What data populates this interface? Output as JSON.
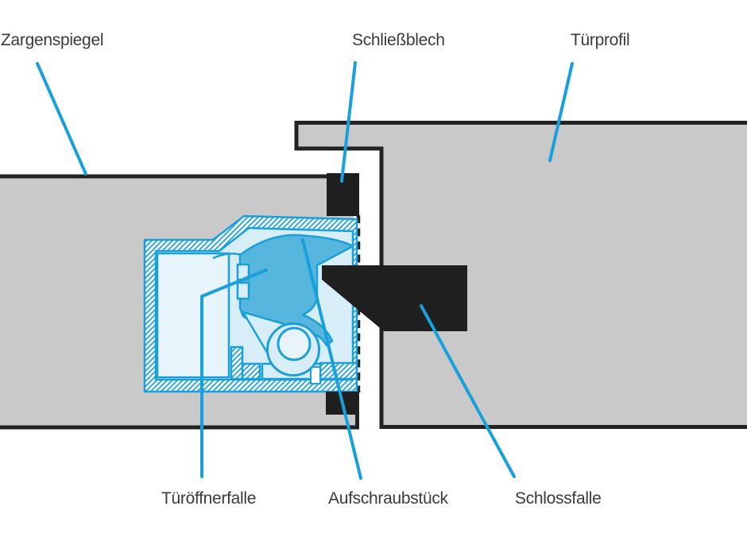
{
  "diagram": {
    "description": "Sectional technical drawing of an electric door opener (strike) installed between a door frame and a door profile",
    "labels": {
      "zargenspiegel": "Zargenspiegel",
      "schliessblech": "Schließblech",
      "tuerprofil": "Türprofil",
      "tueroeffnerfalle": "Türöffnerfalle",
      "aufschraubstueck": "Aufschraubstück",
      "schlossfalle": "Schlossfalle"
    },
    "colors": {
      "leader_cyan": "#18a0da",
      "outline_cyan": "#1b9fd8",
      "hatch_cyan": "#2aa7dc",
      "light_blue": "#d7edf8",
      "lighter_blue": "#e7f4fb",
      "dark_blue": "#57b6de",
      "block_gray": "#c9c9c9",
      "black": "#1f1f1f",
      "label_text": "#3a3a3a"
    }
  }
}
